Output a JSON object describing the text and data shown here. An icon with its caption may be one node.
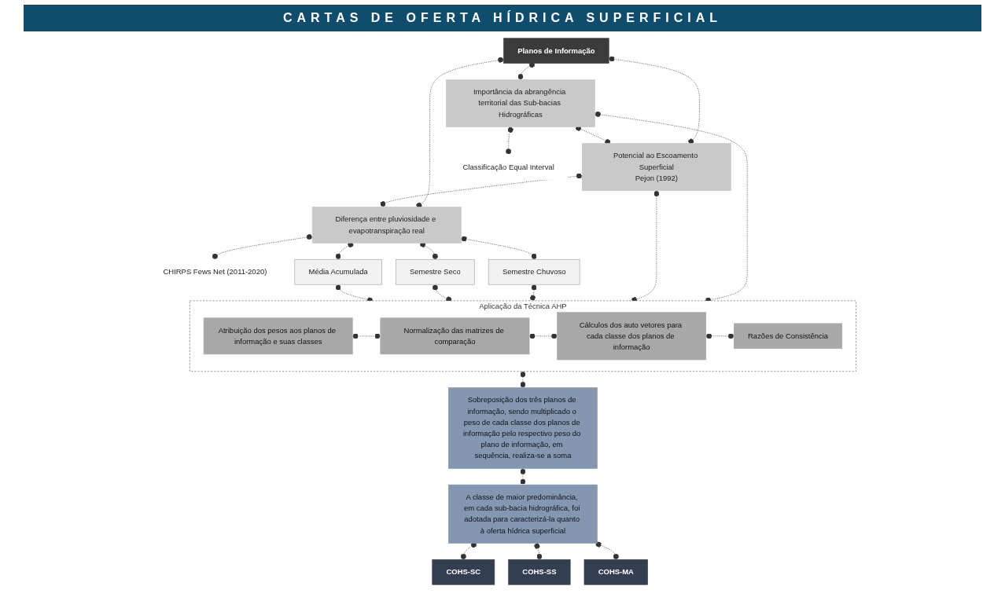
{
  "diagram": {
    "title": "CARTAS DE OFERTA HÍDRICA SUPERFICIAL",
    "nodes": [
      {
        "text": [
          "Planos de Informação"
        ]
      },
      {
        "text": [
          "Importância da abrangência territorial das Sub-bacias Hidrográficas"
        ]
      },
      {
        "text": [
          "Potencial ao Escoamento Superficial",
          "Pejon (1992)"
        ]
      },
      {
        "text": [
          "Diferença entre pluviosidade e evapotranspiração real"
        ]
      },
      {
        "text": [
          "Classificação Equal Interval"
        ]
      },
      {
        "text": [
          "CHIRPS Fews Net (2011-2020)"
        ]
      },
      {
        "text": [
          "Semestre Chuvoso"
        ]
      },
      {
        "text": [
          "Semestre Seco"
        ]
      },
      {
        "text": [
          "Média Acumulada"
        ]
      },
      {
        "text": [
          "Aplicação da Técnica AHP"
        ]
      },
      {
        "text": [
          "Atribuição dos pesos aos planos de informação e suas classes"
        ],
        "in": 9
      },
      {
        "text": [
          "Normalização das matrizes de comparação"
        ],
        "in": 9
      },
      {
        "text": [
          "Cálculos dos auto vetores para cada classe dos planos de informação"
        ],
        "in": 9
      },
      {
        "text": [
          "Razões de Consistência"
        ],
        "in": 9
      },
      {
        "text": [
          "Sobreposição dos três planos de informação, sendo multiplicado o peso de cada classe dos planos de informação pelo respectivo peso do plano de informação, em sequência, realiza-se a soma"
        ]
      },
      {
        "text": [
          "A classe de maior predominância, em cada sub-bacia hidrográfica, foi adotada para caracterizá-la quanto à oferta hídrica superficial"
        ]
      },
      {
        "text": [
          "COHS-SC"
        ]
      },
      {
        "text": [
          "COHS-SS"
        ]
      },
      {
        "text": [
          "COHS-MA"
        ]
      }
    ],
    "edges": [
      {
        "from": 0,
        "to": 1,
        "arrow": "other",
        "style": "dashed"
      },
      {
        "from": 0,
        "to": 2,
        "arrow": "other",
        "style": "dashed"
      },
      {
        "from": 0,
        "to": 3,
        "arrow": "other",
        "style": "dashed"
      },
      {
        "from": 1,
        "to": 4,
        "arrow": "other",
        "style": "dashed"
      },
      {
        "from": 1,
        "to": 2,
        "arrow": "other",
        "style": "dashed"
      },
      {
        "from": 2,
        "to": 3,
        "arrow": "other",
        "style": "dashed"
      },
      {
        "from": 3,
        "to": 5,
        "arrow": "other",
        "style": "dashed"
      },
      {
        "from": 3,
        "to": 6,
        "arrow": "other",
        "style": "dashed"
      },
      {
        "from": 3,
        "to": 7,
        "arrow": "other",
        "style": "dashed"
      },
      {
        "from": 3,
        "to": 8,
        "arrow": "other",
        "style": "dashed"
      },
      {
        "from": 1,
        "to": 9,
        "arrow": "other",
        "style": "dashed"
      },
      {
        "from": 2,
        "to": 9,
        "arrow": "other",
        "style": "dashed"
      },
      {
        "from": 6,
        "to": 9,
        "arrow": "other",
        "style": "dashed"
      },
      {
        "from": 7,
        "to": 9,
        "arrow": "other",
        "style": "dashed"
      },
      {
        "from": 8,
        "to": 9,
        "arrow": "other",
        "style": "dashed"
      },
      {
        "from": 10,
        "to": 11,
        "arrow": "other",
        "style": "dashed"
      },
      {
        "from": 11,
        "to": 12,
        "arrow": "other",
        "style": "dashed"
      },
      {
        "from": 12,
        "to": 13,
        "arrow": "other",
        "style": "dashed"
      },
      {
        "from": 9,
        "to": 14,
        "arrow": "other",
        "style": "dashed"
      },
      {
        "from": 14,
        "to": 15,
        "arrow": "other",
        "style": "dashed"
      },
      {
        "from": 15,
        "to": 16,
        "arrow": "other",
        "style": "dashed"
      },
      {
        "from": 15,
        "to": 17,
        "arrow": "other",
        "style": "dashed"
      },
      {
        "from": 15,
        "to": 18,
        "arrow": "other",
        "style": "dashed"
      }
    ]
  }
}
